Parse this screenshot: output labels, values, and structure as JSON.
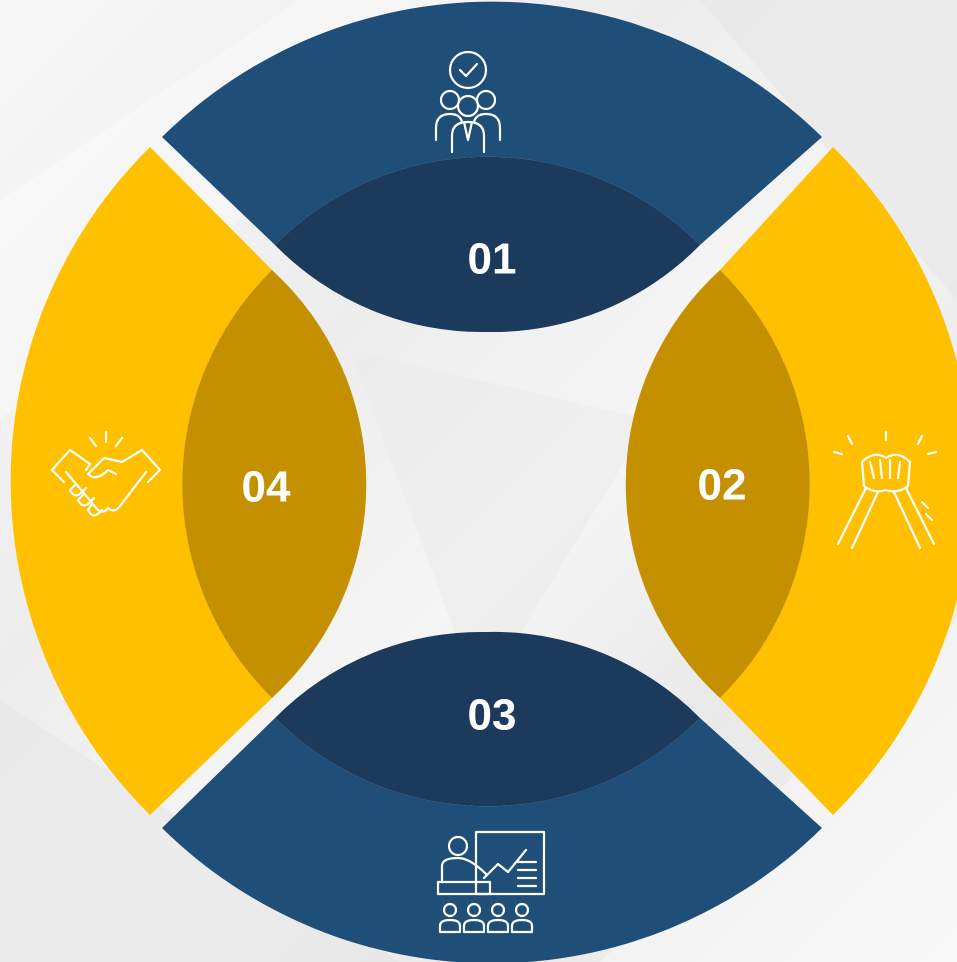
{
  "segments": [
    {
      "number": "01",
      "icon": "team-approval-icon",
      "color": "#1f4e79",
      "overlap_color": "#1b3a5c"
    },
    {
      "number": "02",
      "icon": "arm-wrestling-icon",
      "color": "#ffc000",
      "overlap_color": "#c49000"
    },
    {
      "number": "03",
      "icon": "presentation-icon",
      "color": "#1f4e79",
      "overlap_color": "#1b3a5c"
    },
    {
      "number": "04",
      "icon": "handshake-icon",
      "color": "#ffc000",
      "overlap_color": "#c49000"
    }
  ]
}
